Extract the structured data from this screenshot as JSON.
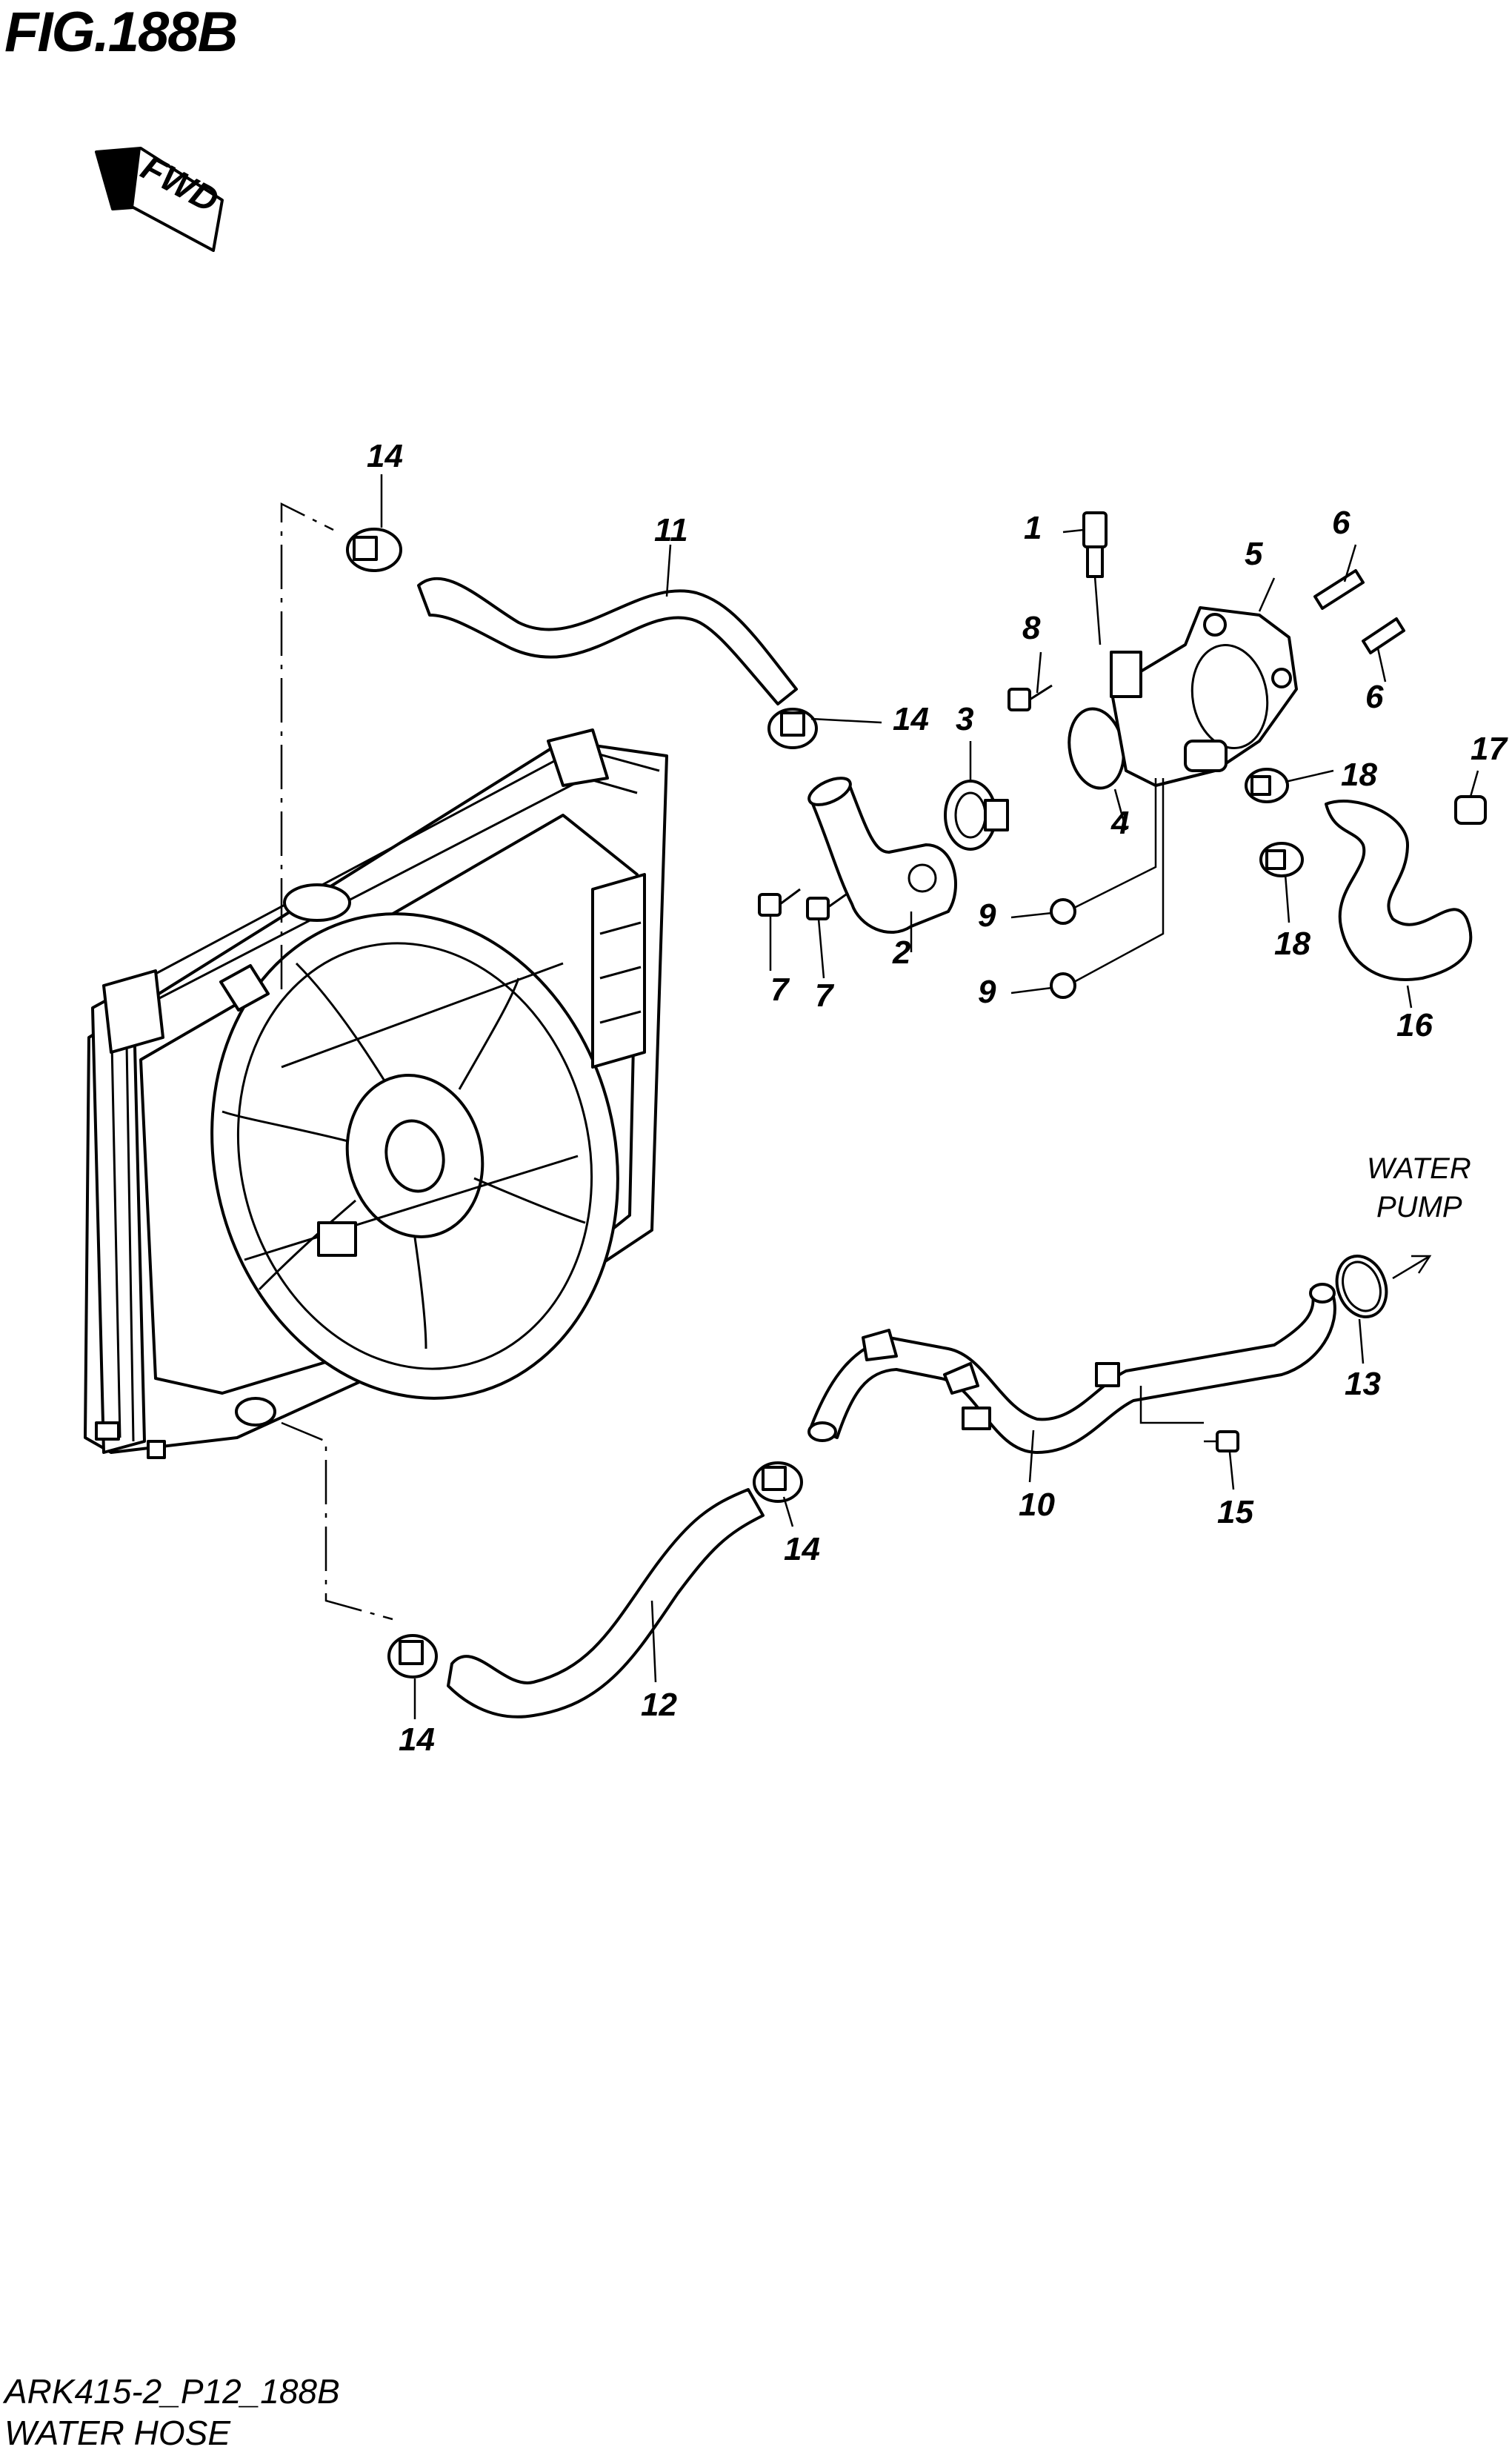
{
  "header": {
    "figure_title": "FIG.188B"
  },
  "footer": {
    "code": "ARK415-2_P12_188B",
    "caption": "WATER HOSE"
  },
  "fwd_label": "FWD",
  "notes": {
    "water_pump_line1": "WATER",
    "water_pump_line2": "PUMP"
  },
  "callouts": [
    {
      "id": "c1",
      "text": "1"
    },
    {
      "id": "c2",
      "text": "2"
    },
    {
      "id": "c3",
      "text": "3"
    },
    {
      "id": "c4",
      "text": "4"
    },
    {
      "id": "c5",
      "text": "5"
    },
    {
      "id": "c6a",
      "text": "6"
    },
    {
      "id": "c6b",
      "text": "6"
    },
    {
      "id": "c7a",
      "text": "7"
    },
    {
      "id": "c7b",
      "text": "7"
    },
    {
      "id": "c8",
      "text": "8"
    },
    {
      "id": "c9a",
      "text": "9"
    },
    {
      "id": "c9b",
      "text": "9"
    },
    {
      "id": "c10",
      "text": "10"
    },
    {
      "id": "c11",
      "text": "11"
    },
    {
      "id": "c12",
      "text": "12"
    },
    {
      "id": "c13",
      "text": "13"
    },
    {
      "id": "c14a",
      "text": "14"
    },
    {
      "id": "c14b",
      "text": "14"
    },
    {
      "id": "c14c",
      "text": "14"
    },
    {
      "id": "c14d",
      "text": "14"
    },
    {
      "id": "c15",
      "text": "15"
    },
    {
      "id": "c16",
      "text": "16"
    },
    {
      "id": "c17",
      "text": "17"
    },
    {
      "id": "c18a",
      "text": "18"
    },
    {
      "id": "c18b",
      "text": "18"
    }
  ]
}
